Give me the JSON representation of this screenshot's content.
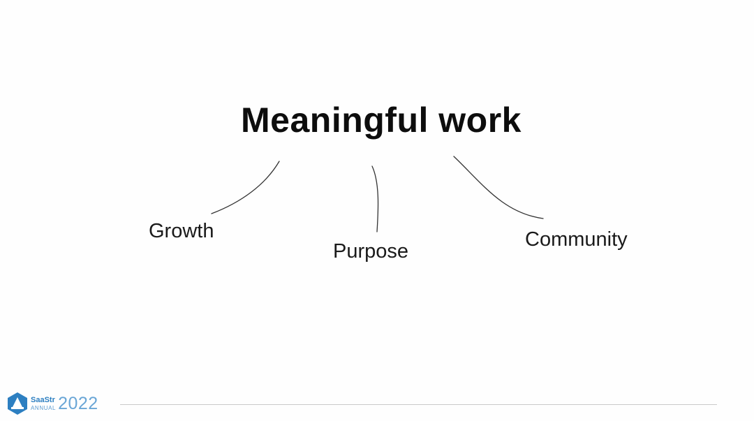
{
  "slide": {
    "title": "Meaningful work",
    "branches": [
      {
        "label": "Growth"
      },
      {
        "label": "Purpose"
      },
      {
        "label": "Community"
      }
    ]
  },
  "footer": {
    "logo": {
      "brand": "SaaStr",
      "sub": "ANNUAL",
      "year": "2022",
      "icon": "saastr-hex-icon"
    }
  },
  "colors": {
    "background": "#ffffff",
    "text": "#111111",
    "connector": "#333333",
    "brand_blue": "#2d7fc1",
    "divider": "#c9c9c9"
  }
}
